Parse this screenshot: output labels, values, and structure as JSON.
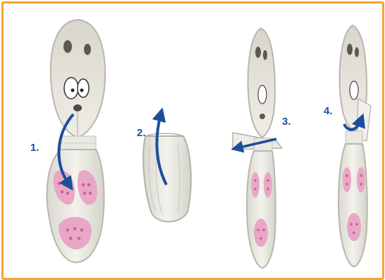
{
  "frame": {
    "border_color": "#f2a533"
  },
  "steps": [
    {
      "label": "1."
    },
    {
      "label": "2."
    },
    {
      "label": "3."
    },
    {
      "label": "4."
    }
  ],
  "colors": {
    "arrow": "#1d4e9b",
    "paw_pad": "#e8a7c6",
    "paw_toe": "#d65a93",
    "paper": "#ecebe4",
    "outline": "#b8b6ad"
  },
  "icons": [
    "curved-arrow-icon",
    "straight-arrow-icon"
  ]
}
